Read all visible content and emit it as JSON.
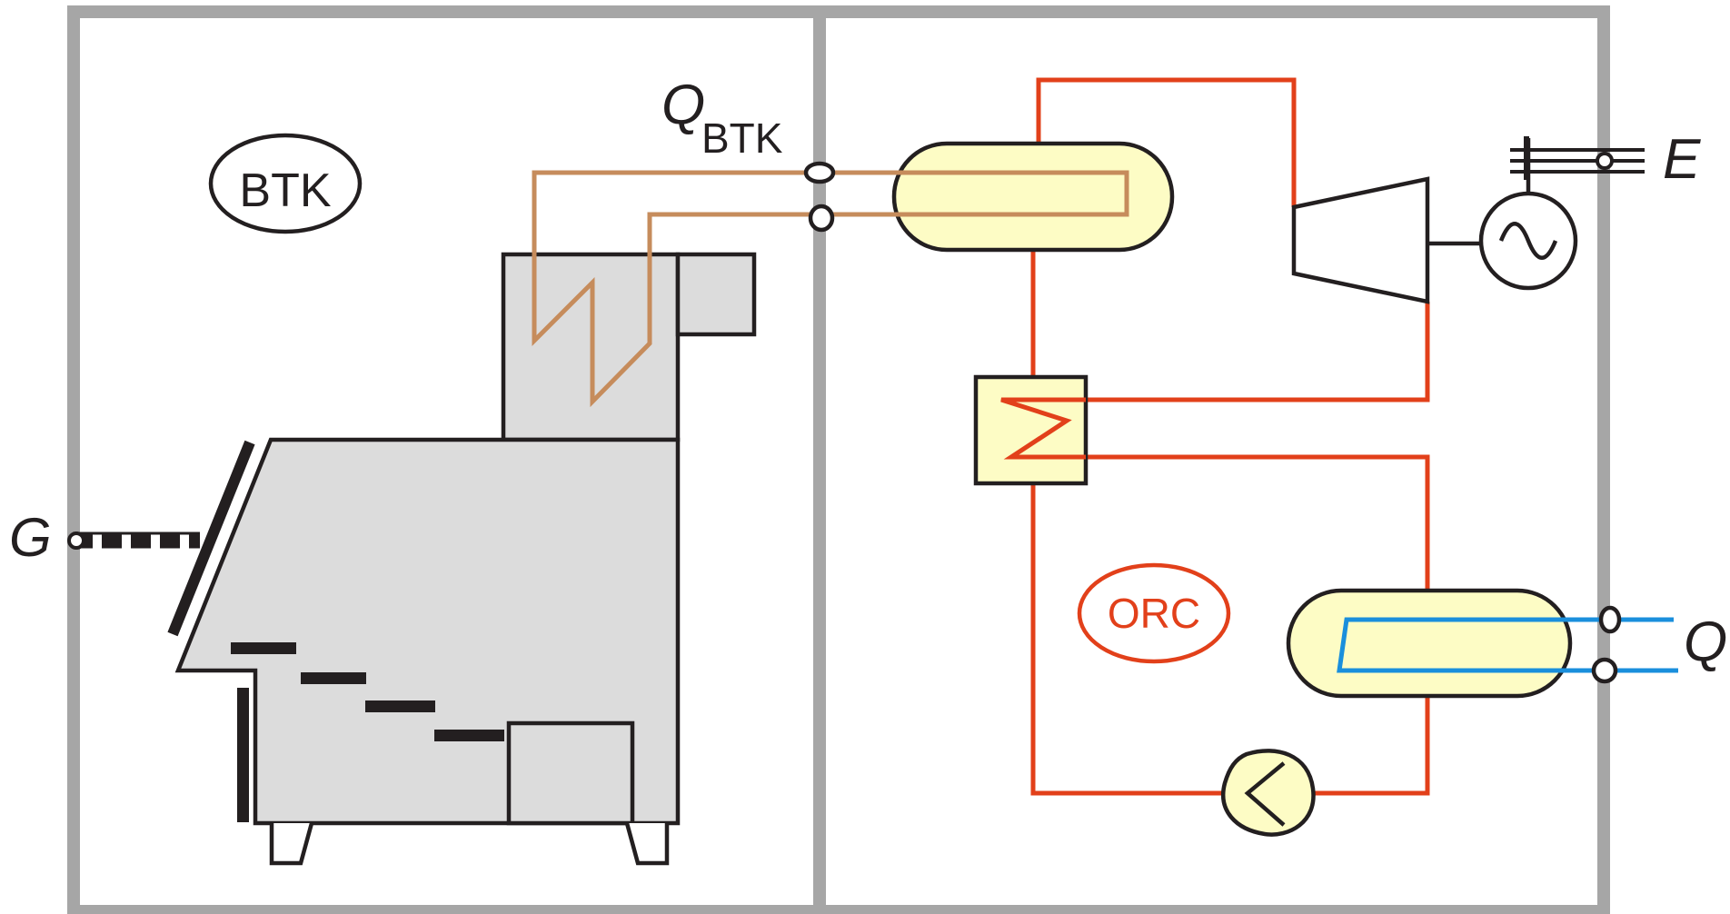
{
  "labels": {
    "btk_label": "BTK",
    "orc_label": "ORC",
    "q_btk_main": "Q",
    "q_btk_sub": "BTK",
    "g_label": "G",
    "e_label": "E",
    "q_out_label": "Q"
  },
  "colors": {
    "frame": "#a6a6a6",
    "stroke": "#231f20",
    "boiler_fill": "#dcdcdc",
    "vessel_fill": "#fdfcc5",
    "orc_loop": "#e2401a",
    "btk_loop": "#c68c5c",
    "coolant": "#1a8fdc"
  },
  "icons": {
    "generator": "generator-icon",
    "turbine": "turbine-icon",
    "pump": "pump-icon",
    "heat_exchanger": "heat-exchanger-icon",
    "boiler": "boiler-icon"
  }
}
